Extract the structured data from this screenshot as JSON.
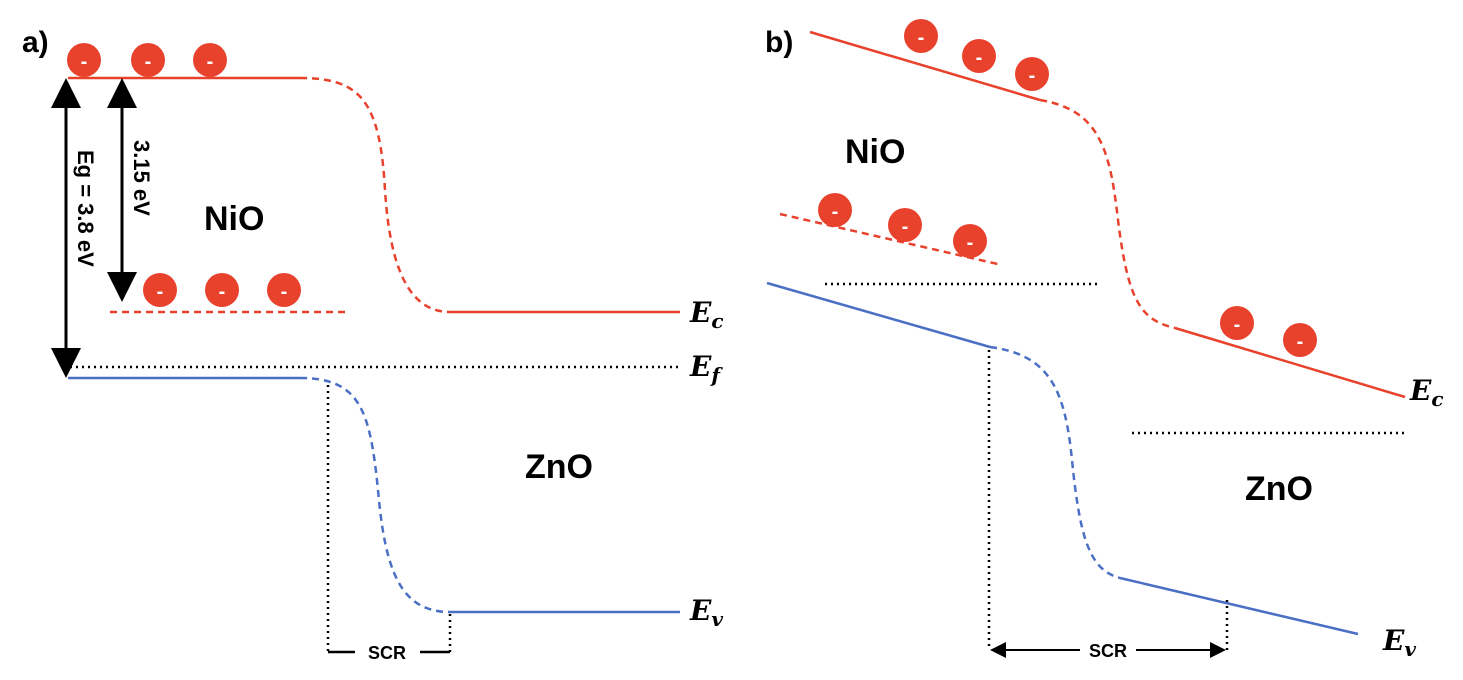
{
  "panel_a": {
    "label": "a)",
    "material_top": "NiO",
    "material_bottom": "ZnO",
    "bandgap_label": "Eg = 3.8 eV",
    "level_label": "3.15 eV",
    "scr_label": "SCR",
    "ec_main": "E",
    "ec_sub": "c",
    "ef_main": "E",
    "ef_sub": "f",
    "ev_main": "E",
    "ev_sub": "v",
    "electron_sign": "-"
  },
  "panel_b": {
    "label": "b)",
    "material_top": "NiO",
    "material_bottom": "ZnO",
    "scr_label": "SCR",
    "ec_main": "E",
    "ec_sub": "c",
    "ev_main": "E",
    "ev_sub": "v",
    "electron_sign": "-"
  },
  "colors": {
    "conduction_band": "#e8412c",
    "valence_band": "#4a6fc4",
    "electron": "#e8412c",
    "text": "#000000"
  }
}
